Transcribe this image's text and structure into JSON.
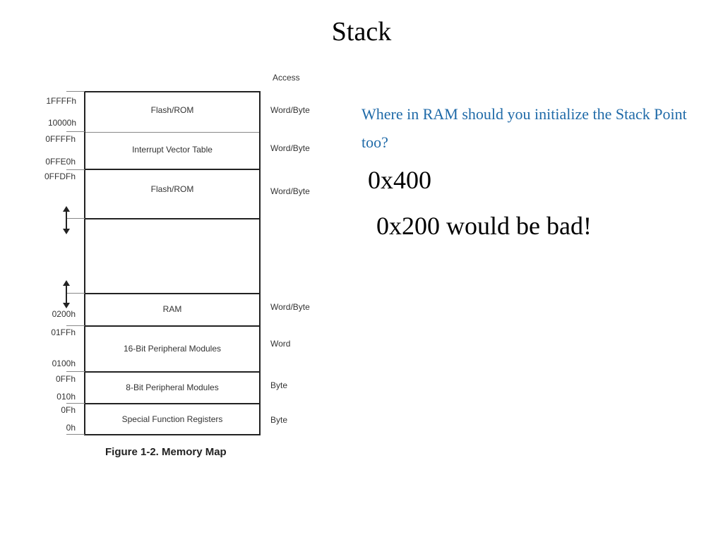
{
  "slide": {
    "title": "Stack",
    "question": "Where in RAM should you initialize the Stack Point too?",
    "answer_primary": "0x400",
    "answer_secondary": "0x200 would be bad!"
  },
  "memory_map": {
    "access_header": "Access",
    "caption": "Figure 1-2. Memory Map",
    "regions": [
      {
        "label": "Flash/ROM",
        "access": "Word/Byte",
        "addr_top": "1FFFFh",
        "addr_bottom": "10000h"
      },
      {
        "label": "Interrupt Vector Table",
        "access": "Word/Byte",
        "addr_top": "0FFFFh",
        "addr_bottom": "0FFE0h"
      },
      {
        "label": "Flash/ROM",
        "access": "Word/Byte",
        "addr_top": "0FFDFh",
        "addr_bottom": ""
      },
      {
        "label": "",
        "access": "",
        "addr_top": "",
        "addr_bottom": ""
      },
      {
        "label": "RAM",
        "access": "Word/Byte",
        "addr_top": "",
        "addr_bottom": "0200h"
      },
      {
        "label": "16-Bit Peripheral Modules",
        "access": "Word",
        "addr_top": "01FFh",
        "addr_bottom": "0100h"
      },
      {
        "label": "8-Bit Peripheral Modules",
        "access": "Byte",
        "addr_top": "0FFh",
        "addr_bottom": "010h"
      },
      {
        "label": "Special Function Registers",
        "access": "Byte",
        "addr_top": "0Fh",
        "addr_bottom": "0h"
      }
    ]
  }
}
